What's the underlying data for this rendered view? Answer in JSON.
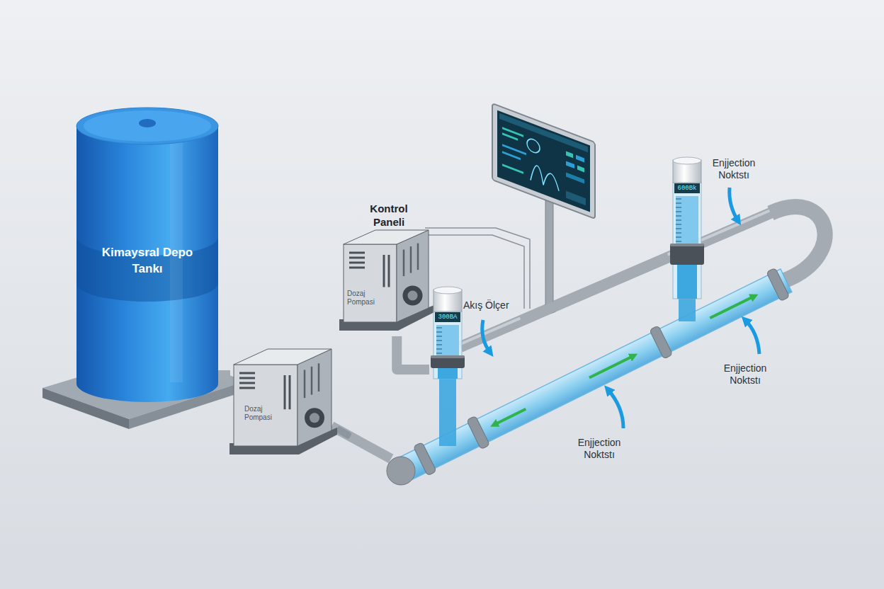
{
  "diagram": {
    "nodes": [
      {
        "text": [
          "Kimaysral Depo Tankı"
        ]
      },
      {
        "text": [
          "Kontrol Paneli",
          "Dozaj Pompasi"
        ]
      },
      {
        "text": [
          "Dozaj Pompasi"
        ]
      },
      {
        "text": [
          "Akış Ölçer",
          "300BA"
        ]
      },
      {
        "text": [
          "600Bk"
        ]
      }
    ],
    "edges": [
      {
        "from": 0,
        "to": 2,
        "arrow": "none"
      },
      {
        "from": 1,
        "to": 3,
        "arrow": "none"
      },
      {
        "from": 3,
        "to": 4,
        "arrow": "none"
      }
    ],
    "labels": [
      "Enjjection Noktstı",
      "Enjjection Noktstı",
      "Enjjection Noktstı"
    ]
  }
}
